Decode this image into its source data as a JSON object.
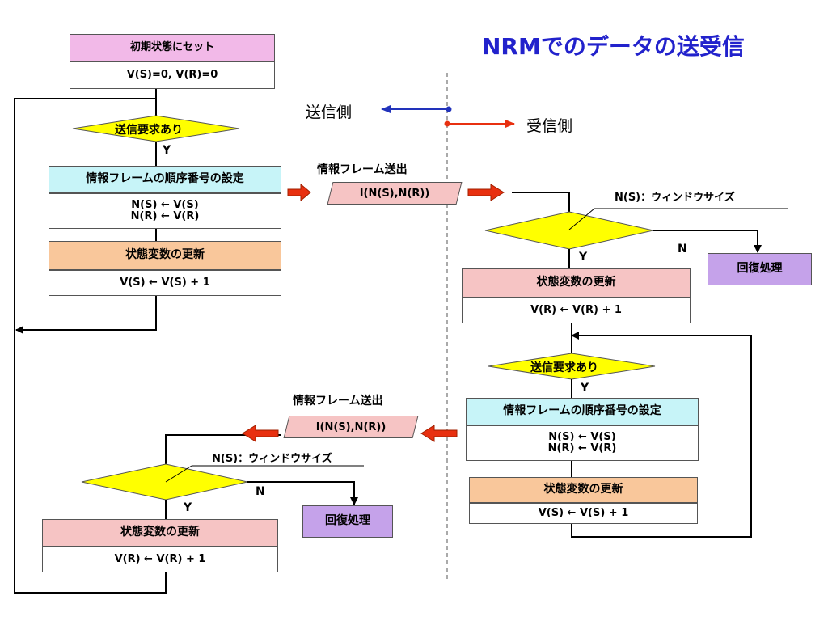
{
  "title": "NRMでのデータの送受信",
  "legend": {
    "sender": "送信側",
    "receiver": "受信側",
    "sender_color": "#2233bb",
    "receiver_color": "#e83010"
  },
  "colors": {
    "init_header": "#f2b9e8",
    "setting_header": "#c7f4f8",
    "update_header_orange": "#f9c79b",
    "update_header_rose": "#f6c4c4",
    "decision": "#ffff00",
    "recovery": "#c5a2ea",
    "frame": "#f6c4c4",
    "arrow": "#e83010"
  },
  "sender_top": {
    "init": {
      "title": "初期状態にセット",
      "body": "V(S)=0,  V(R)=0"
    },
    "decision": {
      "label": "送信要求あり",
      "yes": "Y"
    },
    "set_seq": {
      "title": "情報フレームの順序番号の設定",
      "line1": "N(S) ← V(S)",
      "line2": "N(R) ← V(R)"
    },
    "update": {
      "title": "状態変数の更新",
      "body": "V(S) ← V(S) + 1"
    }
  },
  "frame_top": {
    "caption": "情報フレーム送出",
    "label": "I(N(S),N(R))"
  },
  "receiver_top": {
    "window_note": "N(S)：ウィンドウサイズ",
    "no": "N",
    "yes": "Y",
    "recovery": "回復処理",
    "update": {
      "title": "状態変数の更新",
      "body": "V(R) ← V(R) + 1"
    }
  },
  "receiver_bottom": {
    "decision": {
      "label": "送信要求あり",
      "yes": "Y"
    },
    "set_seq": {
      "title": "情報フレームの順序番号の設定",
      "line1": "N(S) ← V(S)",
      "line2": "N(R) ← V(R)"
    },
    "update": {
      "title": "状態変数の更新",
      "body": "V(S) ← V(S) + 1"
    }
  },
  "frame_bottom": {
    "caption": "情報フレーム送出",
    "label": "I(N(S),N(R))"
  },
  "sender_bottom": {
    "window_note": "N(S)：ウィンドウサイズ",
    "no": "N",
    "yes": "Y",
    "recovery": "回復処理",
    "update": {
      "title": "状態変数の更新",
      "body": "V(R) ← V(R) + 1"
    }
  }
}
